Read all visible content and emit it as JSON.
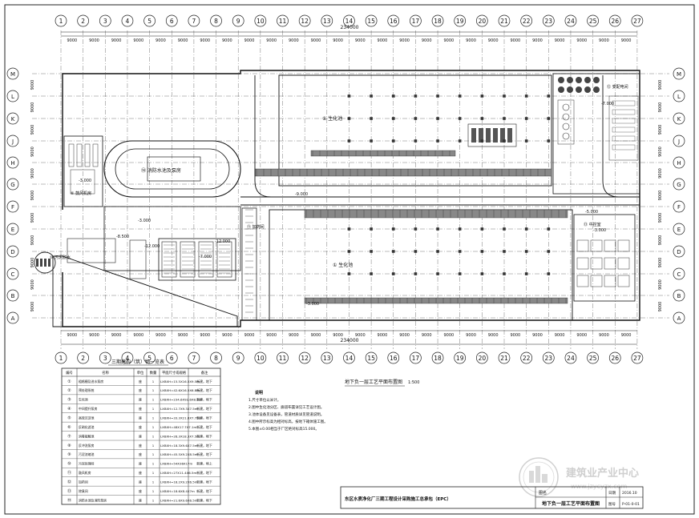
{
  "grid": {
    "columns": [
      "1",
      "2",
      "3",
      "4",
      "5",
      "6",
      "7",
      "8",
      "9",
      "10",
      "11",
      "12",
      "13",
      "14",
      "15",
      "16",
      "17",
      "18",
      "19",
      "20",
      "21",
      "22",
      "23",
      "24",
      "25",
      "26",
      "27"
    ],
    "rows": [
      "M",
      "L",
      "K",
      "J",
      "H",
      "G",
      "F",
      "E",
      "D",
      "C",
      "B",
      "A"
    ],
    "bay_label": "9000",
    "total_length": "234000",
    "side_dims": [
      "9000",
      "9000",
      "9000",
      "9000",
      "9000",
      "9000",
      "9000",
      "9000",
      "9000",
      "9000",
      "9000"
    ]
  },
  "plan": {
    "areas": [
      {
        "label": "① 生化池",
        "name": "bio-tank-north"
      },
      {
        "label": "① 生化池",
        "name": "bio-tank-south"
      },
      {
        "label": "⑭ 消防水池及泵房",
        "name": "fire-pool"
      },
      {
        "label": "⑥ 鼓风机房",
        "name": "blower-room"
      },
      {
        "label": "⑩ 污泥脱水",
        "name": "sludge-dewatering"
      },
      {
        "label": "⑪ 加药间",
        "name": "dosing-room"
      },
      {
        "label": "⑫ 变配电间",
        "name": "substation"
      },
      {
        "label": "⑬ 中控室",
        "name": "control-room"
      }
    ],
    "elevations": [
      "-9.000",
      "-3.000",
      "-8.500",
      "-12.000",
      "-7.000",
      "-5.000",
      "-3.000",
      "-12.000",
      "-3.000",
      "-7.000",
      "-3.000"
    ]
  },
  "table": {
    "title": "三期建构（筑）物一览表",
    "headers": [
      "编号",
      "名称",
      "单位",
      "数量",
      "平面尺寸或规格",
      "备注"
    ],
    "rows": [
      [
        "①",
        "粗格栅及进水泵房",
        "座",
        "1",
        "LXBXH=15.5X16.5X9.5m",
        "新建，地下"
      ],
      [
        "②",
        "预处理系统",
        "座",
        "1",
        "LXBXH=42.6X16.5X6.8m",
        "新建，地下"
      ],
      [
        "③",
        "生化池",
        "座",
        "1",
        "LXBXH=234.6X92.6X8.5m",
        "新建，地下"
      ],
      [
        "④",
        "中间提升泵房",
        "座",
        "1",
        "LXBXH=12.7X9.3X7.5m",
        "新建，地下"
      ],
      [
        "⑤",
        "高效沉淀池",
        "座",
        "1",
        "LXBXH=33.3X21.8X7.75m",
        "新建，地下"
      ],
      [
        "⑥",
        "反硝化滤池",
        "座",
        "1",
        "LXBXH=48X17.7X7.1m",
        "新建，地下"
      ],
      [
        "⑦",
        "消毒接触池",
        "座",
        "1",
        "LXBXH=26.3X18.3X7.5m",
        "新建，地下"
      ],
      [
        "⑧",
        "反冲洗泵房",
        "座",
        "1",
        "LXBXH=18.3X9.6X7.5m",
        "新建，地下"
      ],
      [
        "⑨",
        "污泥浓缩池",
        "座",
        "1",
        "LXBXH=45.5X9.2X8.5m",
        "新建，地下"
      ],
      [
        "⑩",
        "污泥处理间",
        "座",
        "1",
        "LXBXH=54X36X17m",
        "新建，地上"
      ],
      [
        "⑪",
        "鼓风机房",
        "座",
        "1",
        "LXBXH=27X11.4X6.5m",
        "新建，地下"
      ],
      [
        "⑫",
        "加药间",
        "座",
        "1",
        "LXBXH=18.2X9.2X6.5m",
        "新建，地下"
      ],
      [
        "⑬",
        "除臭间",
        "座",
        "1",
        "LXBXH=18.6X8.4X7m",
        "新建，地下"
      ],
      [
        "⑭",
        "消防水池及消防泵房",
        "座",
        "1",
        "LXBXH=21.6X9.6X6.5m",
        "新建，地下"
      ]
    ]
  },
  "drawing": {
    "title": "地下负一层工艺平面布置图",
    "scale": "1:500",
    "notes_title": "说明",
    "notes": [
      "1.尺寸单位以米计。",
      "2.图中生化池分区、廊道布置详见工艺设计图。",
      "3.池体设备见设备表，管道材质详见管道说明。",
      "4.图中所示标高为相对标高，按地下箱体施工图。",
      "5.本图±0.00相当于厂区绝对标高15.000。"
    ]
  },
  "title_block": {
    "project": "东区水质净化厂三期工程设计采购施工总承包（EPC）",
    "drawing_name": "地下负一层工艺平面布置图",
    "label_name": "图名",
    "label_date": "日期",
    "date": "2016.10",
    "label_no": "图号",
    "number": "P-01-0-01"
  },
  "watermark": {
    "text": "建筑业产业中心",
    "url": "www.jzycyzx.com"
  },
  "colors": {
    "line": "#222222",
    "grid": "#333333",
    "light": "#9a9a9a",
    "fill": "#777777"
  }
}
